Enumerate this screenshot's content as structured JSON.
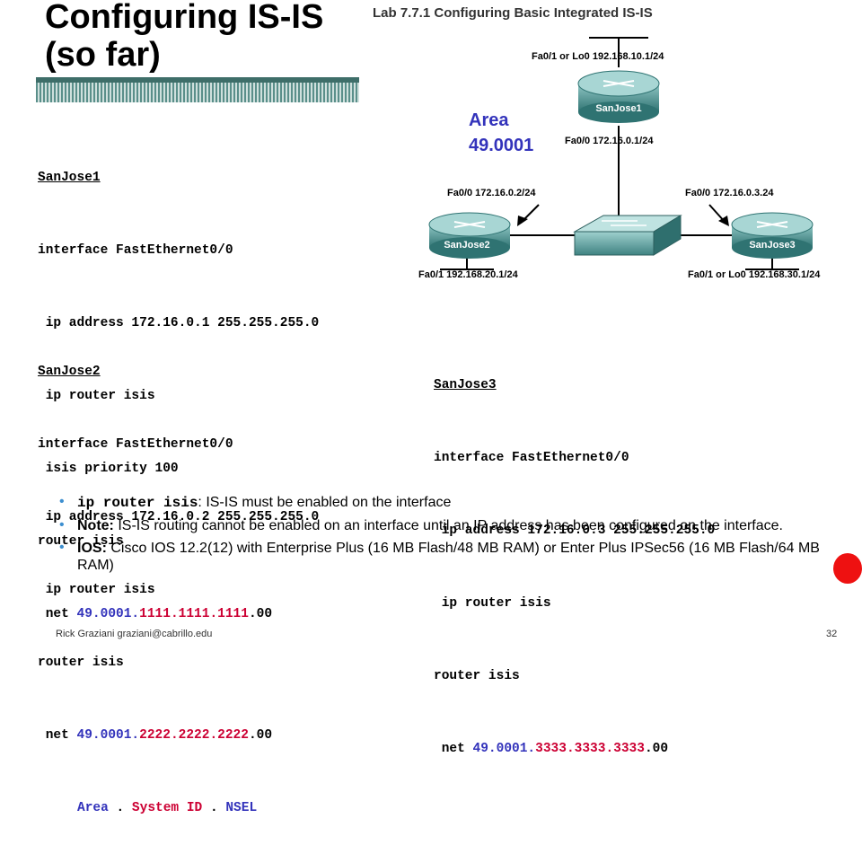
{
  "slide": {
    "title_line1": "Configuring IS-IS",
    "title_line2": "(so far)",
    "lab_title": "Lab 7.7.1 Configuring Basic Integrated IS-IS",
    "area_line1": "Area",
    "area_line2": "49.0001",
    "footer": "Rick Graziani  graziani@cabrillo.edu",
    "page_number": "32"
  },
  "diagram": {
    "routers": [
      {
        "name": "SanJose1"
      },
      {
        "name": "SanJose2"
      },
      {
        "name": "SanJose3"
      }
    ],
    "labels": {
      "sj1_top": "Fa0/1 or Lo0 192.168.10.1/24",
      "sj1_bottom": "Fa0/0 172.16.0.1/24",
      "sj2_fa00": "Fa0/0 172.16.0.2/24",
      "sj3_fa00": "Fa0/0 172.16.0.3.24",
      "sj2_fa01": "Fa0/1 192.168.20.1/24",
      "sj3_fa01": "Fa0/1 or Lo0 192.168.30.1/24"
    }
  },
  "config": {
    "sanjose1": {
      "name": "SanJose1",
      "lines": [
        "interface FastEthernet0/0",
        " ip address 172.16.0.1 255.255.255.0",
        " ip router isis",
        " isis priority 100",
        "router isis"
      ],
      "net_prefix": " net ",
      "net_area": "49.0001.",
      "net_sysid": "1111.1111.1111",
      "net_nsel": ".00"
    },
    "sanjose2": {
      "name": "SanJose2",
      "lines": [
        "interface FastEthernet0/0",
        " ip address 172.16.0.2 255.255.255.0",
        " ip router isis",
        "router isis"
      ],
      "net_prefix": " net ",
      "net_area": "49.0001.",
      "net_sysid": "2222.2222.2222",
      "net_nsel": ".00",
      "legend_area": "Area",
      "legend_sep1": " . ",
      "legend_sysid": "System ID",
      "legend_sep2": " . ",
      "legend_nsel": "NSEL"
    },
    "sanjose3": {
      "name": "SanJose3",
      "lines": [
        "interface FastEthernet0/0",
        " ip address 172.16.0.3 255.255.255.0",
        " ip router isis",
        "router isis"
      ],
      "net_prefix": " net ",
      "net_area": "49.0001.",
      "net_sysid": "3333.3333.3333",
      "net_nsel": ".00"
    }
  },
  "bullets": [
    {
      "code": "ip router isis",
      "text": ": IS-IS must be enabled on the interface"
    },
    {
      "bold": "Note:",
      "text": " IS-IS routing cannot be enabled on an interface until an IP address has been configured on the interface."
    },
    {
      "bold": "IOS:",
      "text": " Cisco IOS 12.2(12) with Enterprise Plus (16 MB Flash/48 MB RAM) or Enter Plus IPSec56 (16 MB Flash/64 MB RAM)"
    }
  ],
  "colors": {
    "area_blue": "#3333bb",
    "sysid_red": "#cc0033",
    "router_teal": "#3f8d8c",
    "bullet_blue": "#3d8fd0",
    "marker_red": "#ee1111"
  }
}
